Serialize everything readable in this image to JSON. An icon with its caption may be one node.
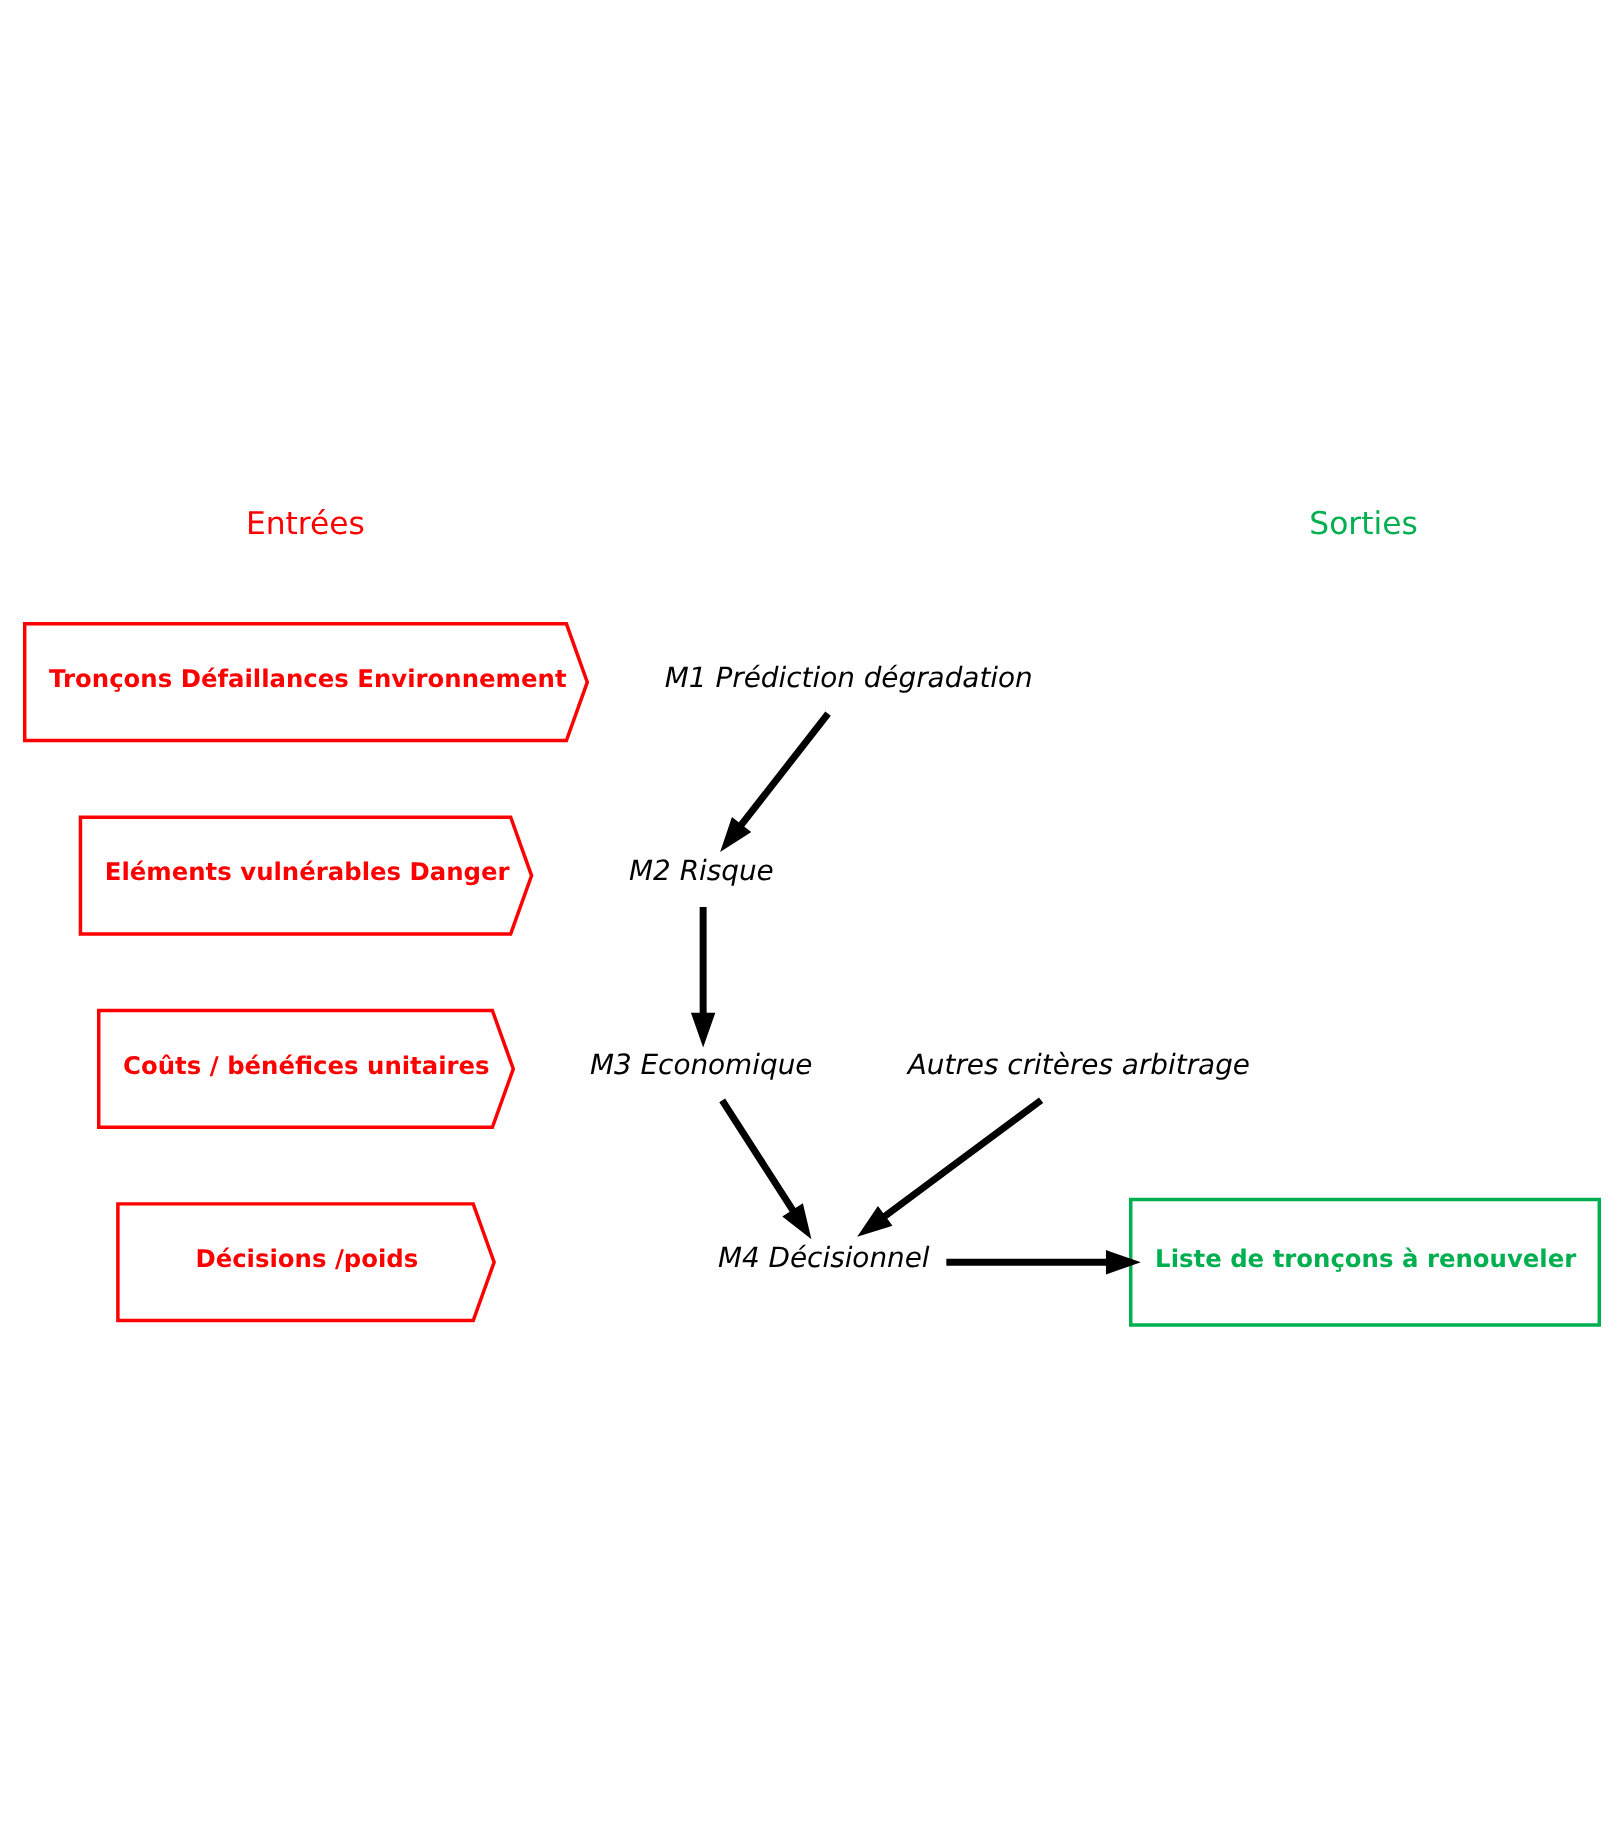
{
  "diagram": {
    "nodes": [
      {
        "text": [
          "Tronçons Défaillances Environnement"
        ]
      },
      {
        "text": [
          "M1 Prédiction dégradation"
        ]
      },
      {
        "text": [
          "Eléments vulnérables Danger"
        ]
      },
      {
        "text": [
          "M2 Risque"
        ]
      },
      {
        "text": [
          "Coûts / bénéfices unitaires"
        ]
      },
      {
        "text": [
          "M3 Economique"
        ]
      },
      {
        "text": [
          "Décisions /poids"
        ]
      },
      {
        "text": [
          "M4 Décisionnel"
        ]
      },
      {
        "text": [
          "Liste de tronçons à renouveler"
        ]
      },
      {
        "text": [
          "Autres critères arbitrage"
        ]
      }
    ],
    "edges": [
      {
        "from": 1,
        "to": 3,
        "arrow": "to"
      },
      {
        "from": 3,
        "to": 5,
        "arrow": "to"
      },
      {
        "from": 5,
        "to": 7,
        "arrow": "to"
      },
      {
        "from": 7,
        "to": 8,
        "arrow": "to"
      },
      {
        "from": 9,
        "to": 7,
        "arrow": "to"
      }
    ],
    "labels": [
      "Entrées",
      "Sorties"
    ]
  }
}
